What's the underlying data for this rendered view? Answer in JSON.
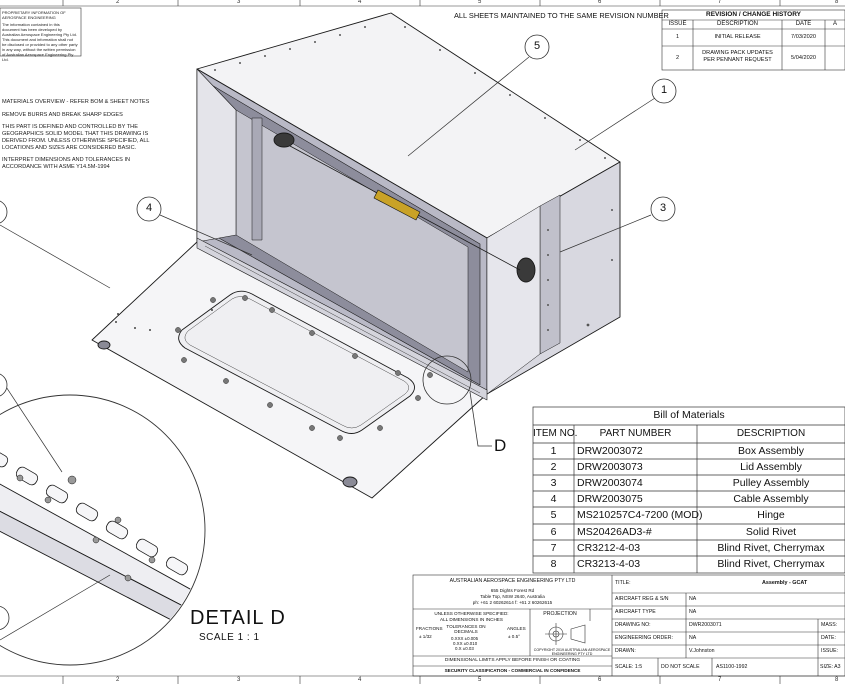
{
  "zone_numbers": [
    "2",
    "3",
    "4",
    "5",
    "6",
    "7",
    "8"
  ],
  "proprietary_header": "PROPRIETARY INFORMATION OF AEROSPACE ENGINEERING",
  "proprietary_body": "The information contained in this document has been developed by Australian Aerospace Engineering Pty Ltd. This document and information shall not be disclosed or provided to any other party in any way, without the written permission of Australian Aerospace Engineering Pty Ltd.",
  "notes": [
    "MATERIALS OVERVIEW - REFER BOM & SHEET NOTES",
    "REMOVE BURRS AND BREAK SHARP EDGES",
    "THIS PART IS DEFINED AND CONTROLLED BY THE",
    "GEOGRAPHICS SOLID MODEL THAT THIS DRAWING IS",
    "DERIVED FROM. UNLESS OTHERWISE SPECIFIED, ALL",
    "LOCATIONS AND SIZES ARE CONSIDERED BASIC.",
    "INTERPRET DIMENSIONS AND TOLERANCES IN",
    "ACCORDANCE WITH ASME Y14.5M-1994"
  ],
  "revision_note": "ALL SHEETS MAINTAINED TO THE SAME REVISION NUMBER",
  "revision_table": {
    "title": "REVISION / CHANGE HISTORY",
    "headers": [
      "ISSUE",
      "DESCRIPTION",
      "DATE",
      "A"
    ],
    "rows": [
      {
        "issue": "1",
        "description": "INITIAL RELEASE",
        "date": "7/03/2020"
      },
      {
        "issue": "2",
        "description": "DRAWING PACK UPDATES PER PENNANT REQUEST",
        "date": "5/04/2020"
      }
    ]
  },
  "balloons": [
    "1",
    "3",
    "4",
    "5"
  ],
  "detail_callout": "D",
  "detail_view": {
    "label": "DETAIL D",
    "scale": "SCALE 1 : 1"
  },
  "bom": {
    "title": "Bill of Materials",
    "headers": [
      "ITEM NO.",
      "PART NUMBER",
      "DESCRIPTION"
    ],
    "rows": [
      {
        "item": "1",
        "part": "DRW2003072",
        "desc": "Box Assembly"
      },
      {
        "item": "2",
        "part": "DRW2003073",
        "desc": "Lid Assembly"
      },
      {
        "item": "3",
        "part": "DRW2003074",
        "desc": "Pulley Assembly"
      },
      {
        "item": "4",
        "part": "DRW2003075",
        "desc": "Cable Assembly"
      },
      {
        "item": "5",
        "part": "MS210257C4-7200 (MOD)",
        "desc": "Hinge"
      },
      {
        "item": "6",
        "part": "MS20426AD3-#",
        "desc": "Solid Rivet"
      },
      {
        "item": "7",
        "part": "CR3212-4-03",
        "desc": "Blind Rivet, Cherrymax"
      },
      {
        "item": "8",
        "part": "CR3213-4-03",
        "desc": "Blind Rivet, Cherrymax"
      }
    ]
  },
  "title_block": {
    "company": "AUSTRALIAN AEROSPACE ENGINEERING PTY LTD",
    "address1": "655 Dights Forest Rd",
    "address2": "Table Top, NSW 2640, Australia",
    "phone": "ph: +61 2 60262614  f: +61 2 60262615",
    "unless": "UNLESS OTHERWISE SPECIFIED:",
    "dims": "ALL DIMENSIONS IN INCHES",
    "fractions_label": "FRACTIONS",
    "fractions_value": "± 1/32",
    "tol_label": "TOLERANCES ON DECIMALS",
    "tol_values": [
      "0.XXX  ±0.005",
      "0.XX  ±0.010",
      "0.X  ±0.03"
    ],
    "angles_label": "ANGLES",
    "angles_value": "± 0.5°",
    "projection_label": "PROJECTION",
    "copyright": "COPYRIGHT 2019 AUSTRALIAN AEROSPACE ENGINEERING PTY LTD",
    "dim_limits": "DIMENSIONAL LIMITS APPLY BEFORE FINISH OR COATING",
    "security": "SECURITY CLASSIFICATION - COMMERCIAL IN CONFIDENCE",
    "title_label": "TITLE:",
    "title_value": "Assembly - GCAT",
    "fields": [
      {
        "label": "AIRCRAFT REG & S/N",
        "value": "NA"
      },
      {
        "label": "AIRCRAFT TYPE",
        "value": "NA"
      },
      {
        "label": "DRAWING NO:",
        "value": "DWR2003071",
        "extra": "MASS:"
      },
      {
        "label": "ENGINEERING ORDER:",
        "value": "NA",
        "extra": "DATE:"
      },
      {
        "label": "DRAWN:",
        "value": "V.Johnston",
        "extra": "ISSUE:"
      }
    ],
    "scale_label": "SCALE: 1:5",
    "do_not_scale": "DO NOT SCALE",
    "doc_no": "AS1100-1992",
    "size": "SIZE: A3"
  },
  "colors": {
    "line": "#1a1a1a",
    "panel_light": "#f2f2f4",
    "panel_mid": "#c9c9d3",
    "panel_dark": "#9a9aa8",
    "brass": "#c9a227"
  }
}
